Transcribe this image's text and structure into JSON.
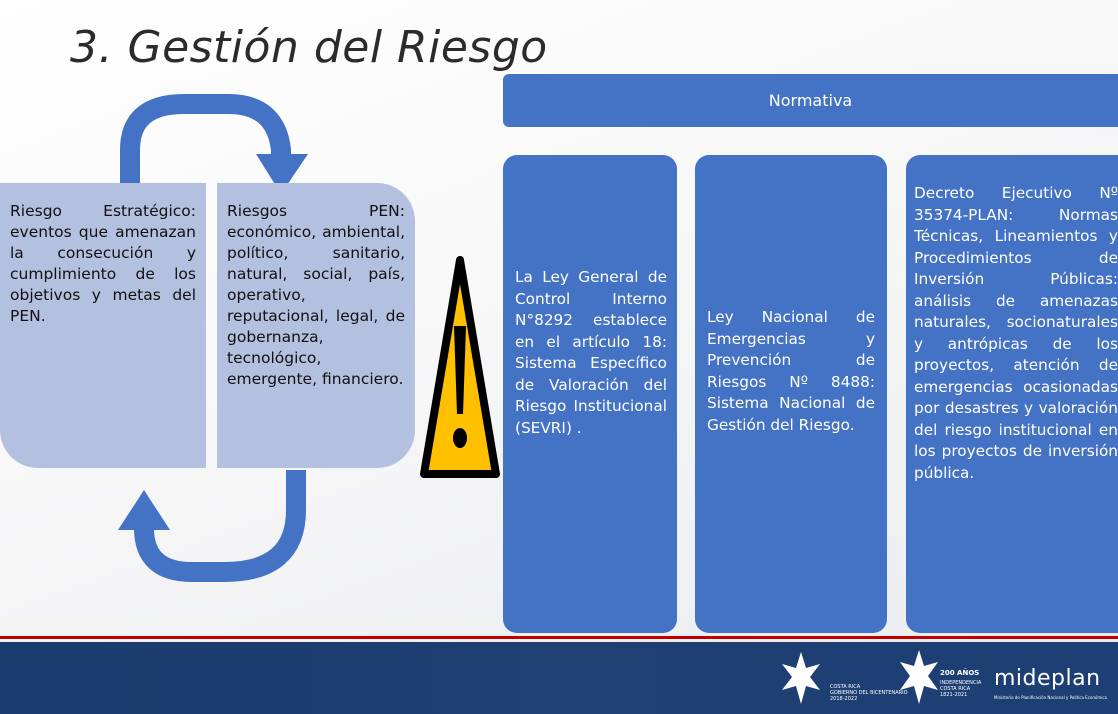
{
  "slide": {
    "title": "3. Gestión del Riesgo"
  },
  "header_bar": {
    "label": "Normativa"
  },
  "risk_boxes": {
    "left": "Riesgo Estratégico: eventos que amenazan la consecución y cumplimiento de los objetivos y metas del PEN.",
    "right": "Riesgos PEN: económico, ambiental, político, sanitario, natural, social, país, operativo, reputacional, legal, de gobernanza, tecnológico, emergente, financiero."
  },
  "cards": [
    {
      "text": "La Ley General de Control Interno N°8292 establece en el artículo 18: Sistema Específico de Valoración del Riesgo Institucional (SEVRI) ."
    },
    {
      "text": "Ley Nacional de Emergencias y Prevención de Riesgos Nº 8488: Sistema Nacional de Gestión del Riesgo."
    },
    {
      "text": "Decreto Ejecutivo Nº 35374-PLAN: Normas Técnicas, Lineamientos y Procedimientos de Inversión Públicas: análisis de amenazas naturales, socionaturales y antrópicas de los proyectos, atención de emergencias ocasionadas por desastres y valoración del riesgo institucional en los proyectos de inversión pública."
    }
  ],
  "footer": {
    "logo1_text": "COSTA RICA\nGOBIERNO DEL BICENTENARIO\n2018-2022",
    "logo2_main": "200 AÑOS",
    "logo2_sub": "INDEPENDENCIA\nCOSTA RICA\n1821-2021",
    "logo3_text": "mideplan",
    "logo3_sub": "Ministerio de Planificación Nacional y Política Económica"
  },
  "colors": {
    "card_blue": "#4472c4",
    "risk_box": "#b4c0df",
    "footer_navy": "#1d3f73",
    "divider_red": "#c00000",
    "warning_yellow": "#ffc000"
  },
  "icons": [
    "cycle-arrow-top-icon",
    "cycle-arrow-bottom-icon",
    "warning-icon",
    "star-logo-icon"
  ]
}
